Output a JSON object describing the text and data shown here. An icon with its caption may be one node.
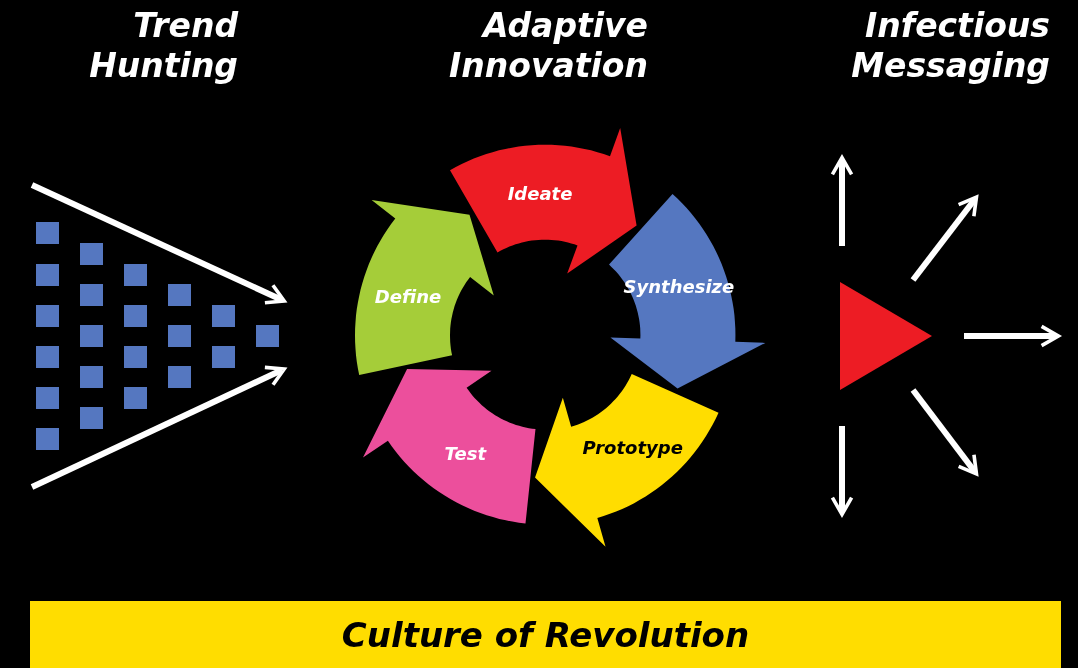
{
  "diagram": {
    "nodes": [
      {
        "text": [
          "Ideate"
        ]
      },
      {
        "text": [
          "Synthesize"
        ]
      },
      {
        "text": [
          "Prototype"
        ]
      },
      {
        "text": [
          "Test"
        ]
      },
      {
        "text": [
          "Define"
        ]
      },
      {
        "text": [],
        "shape": "triangle"
      },
      {
        "text": [
          "Culture of Revolution"
        ]
      }
    ],
    "labels": [
      "Trend Hunting",
      "Adaptive Innovation",
      "Infectious Messaging"
    ]
  }
}
